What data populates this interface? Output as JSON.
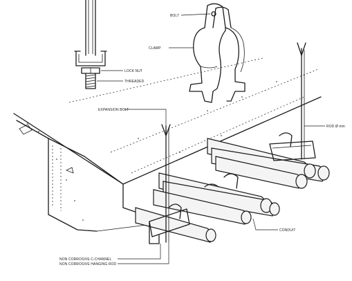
{
  "labels": {
    "bolt": "BOLT",
    "clamp": "CLAMP",
    "lock_nut": "LOCK NUT",
    "threaded": "THREADED",
    "expansion_bolt": "EXPANSION BOLT",
    "rod": "ROD Ø mm",
    "conduit": "CONDUIT",
    "channel": "NON CORROSIVE C-CHANNEL",
    "hanging_rod": "NON CORROSIVE HANGING ROD"
  }
}
